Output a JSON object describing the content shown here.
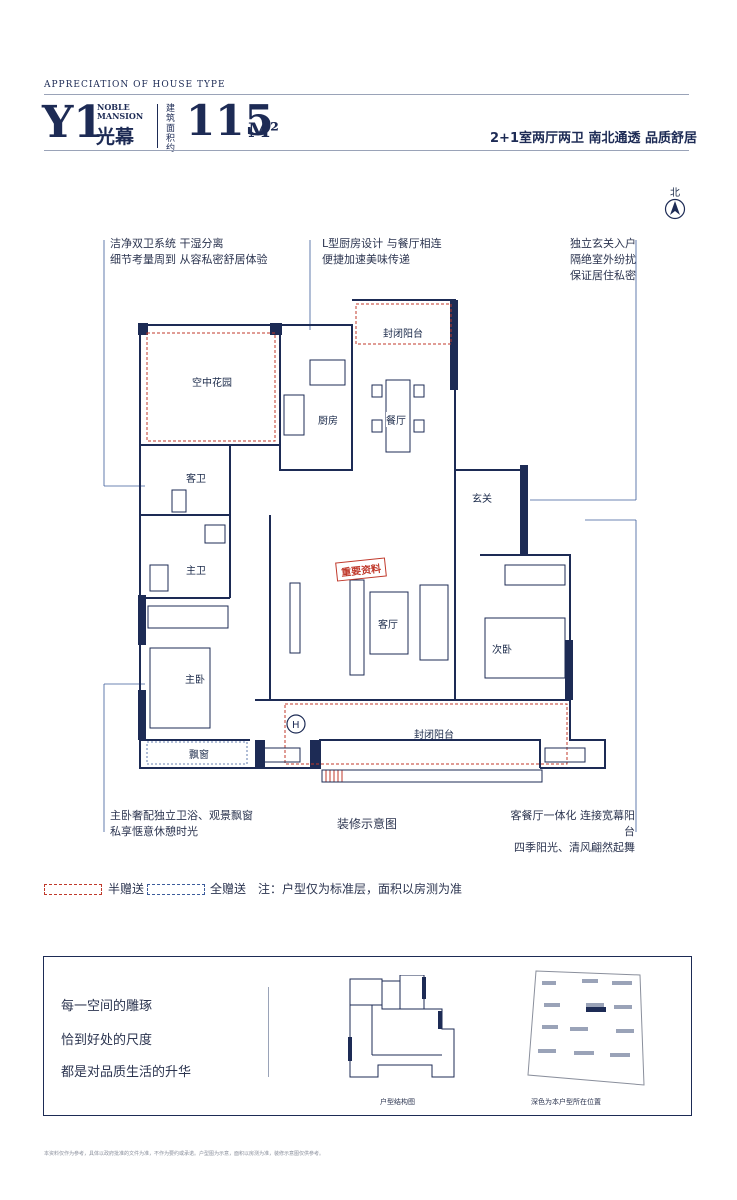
{
  "header": {
    "subtitle_en": "APPRECIATION OF HOUSE TYPE",
    "code": "Y1",
    "name_en_line1": "NOBLE",
    "name_en_line2": "MANSION",
    "name_cn": "光幕",
    "area_label": "建筑面积约",
    "area_value": "115",
    "area_unit": "M²",
    "slogan": "2+1室两厅两卫 南北通透 品质舒居"
  },
  "compass": {
    "label": "北",
    "icon": "north-arrow-icon"
  },
  "callouts": {
    "top_left_1": "洁净双卫系统 干湿分离",
    "top_left_2": "细节考量周到 从容私密舒居体验",
    "top_mid_1": "L型厨房设计 与餐厅相连",
    "top_mid_2": "便捷加速美味传递",
    "top_right_1": "独立玄关入户",
    "top_right_2": "隔绝室外纷扰",
    "top_right_3": "保证居住私密",
    "bottom_left_1": "主卧奢配独立卫浴、观景飘窗",
    "bottom_left_2": "私享惬意休憩时光",
    "bottom_mid": "装修示意图",
    "bottom_right_1": "客餐厅一体化 连接宽幕阳台",
    "bottom_right_2": "四季阳光、清风翩然起舞"
  },
  "rooms": {
    "garden": "空中花园",
    "kitchen": "厨房",
    "balcony_top": "封闭阳台",
    "dining": "餐厅",
    "guest_bath": "客卫",
    "master_bath": "主卫",
    "foyer": "玄关",
    "living": "客厅",
    "second_bed": "次卧",
    "master_bed": "主卧",
    "bay_window": "飘窗",
    "balcony_bottom": "封闭阳台",
    "stamp": "重要资料"
  },
  "legend": {
    "half_gift": "半赠送",
    "full_gift": "全赠送",
    "note": "注：户型仅为标准层，面积以房测为准",
    "half_color": "#c0392b",
    "full_color": "#3b5b9a"
  },
  "panel": {
    "line1": "每一空间的雕琢",
    "line2": "恰到好处的尺度",
    "line3": "都是对品质生活的升华",
    "plan_caption": "户型结构图",
    "site_caption": "深色为本户型所在位置"
  },
  "footer": {
    "fine_print": "本资料仅作为参考，具体以政府批准的文件为准，不作为要约或承诺。户型图为示意，面积以房测为准，装修示意图仅供参考。"
  }
}
